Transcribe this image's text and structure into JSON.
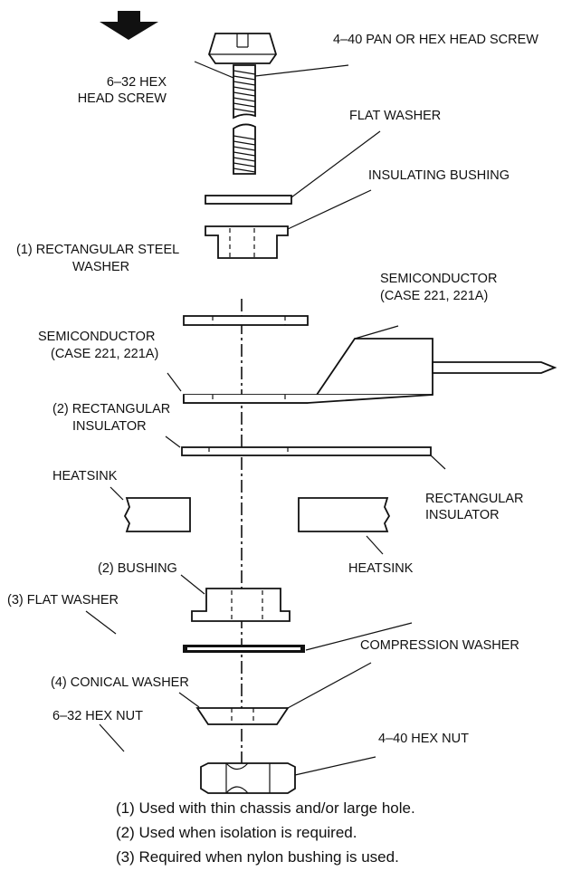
{
  "labels": {
    "pan_hex_screw": "4–40 PAN OR HEX HEAD SCREW",
    "hex_screw_1": "6–32 HEX",
    "hex_screw_2": "HEAD SCREW",
    "flat_washer_top": "FLAT WASHER",
    "insulating_bushing": "INSULATING BUSHING",
    "rect_steel_washer_1": "(1) RECTANGULAR STEEL",
    "rect_steel_washer_2": "WASHER",
    "semiconductor_right_1": "SEMICONDUCTOR",
    "semiconductor_right_2": "(CASE 221, 221A)",
    "semiconductor_left_1": "SEMICONDUCTOR",
    "semiconductor_left_2": "(CASE 221, 221A)",
    "rect_insulator_left_1": "(2) RECTANGULAR",
    "rect_insulator_left_2": "INSULATOR",
    "heatsink_left": "HEATSINK",
    "rect_insulator_right_1": "RECTANGULAR",
    "rect_insulator_right_2": "INSULATOR",
    "heatsink_right": "HEATSINK",
    "bushing": "(2) BUSHING",
    "flat_washer_3": "(3) FLAT WASHER",
    "compression_washer": "COMPRESSION WASHER",
    "conical_washer": "(4) CONICAL WASHER",
    "hex_nut_632": "6–32 HEX NUT",
    "hex_nut_440": "4–40 HEX NUT"
  },
  "notes": [
    "(1)  Used with thin chassis and/or large hole.",
    "(2)  Used when isolation is required.",
    "(3)  Required when nylon bushing is used."
  ]
}
